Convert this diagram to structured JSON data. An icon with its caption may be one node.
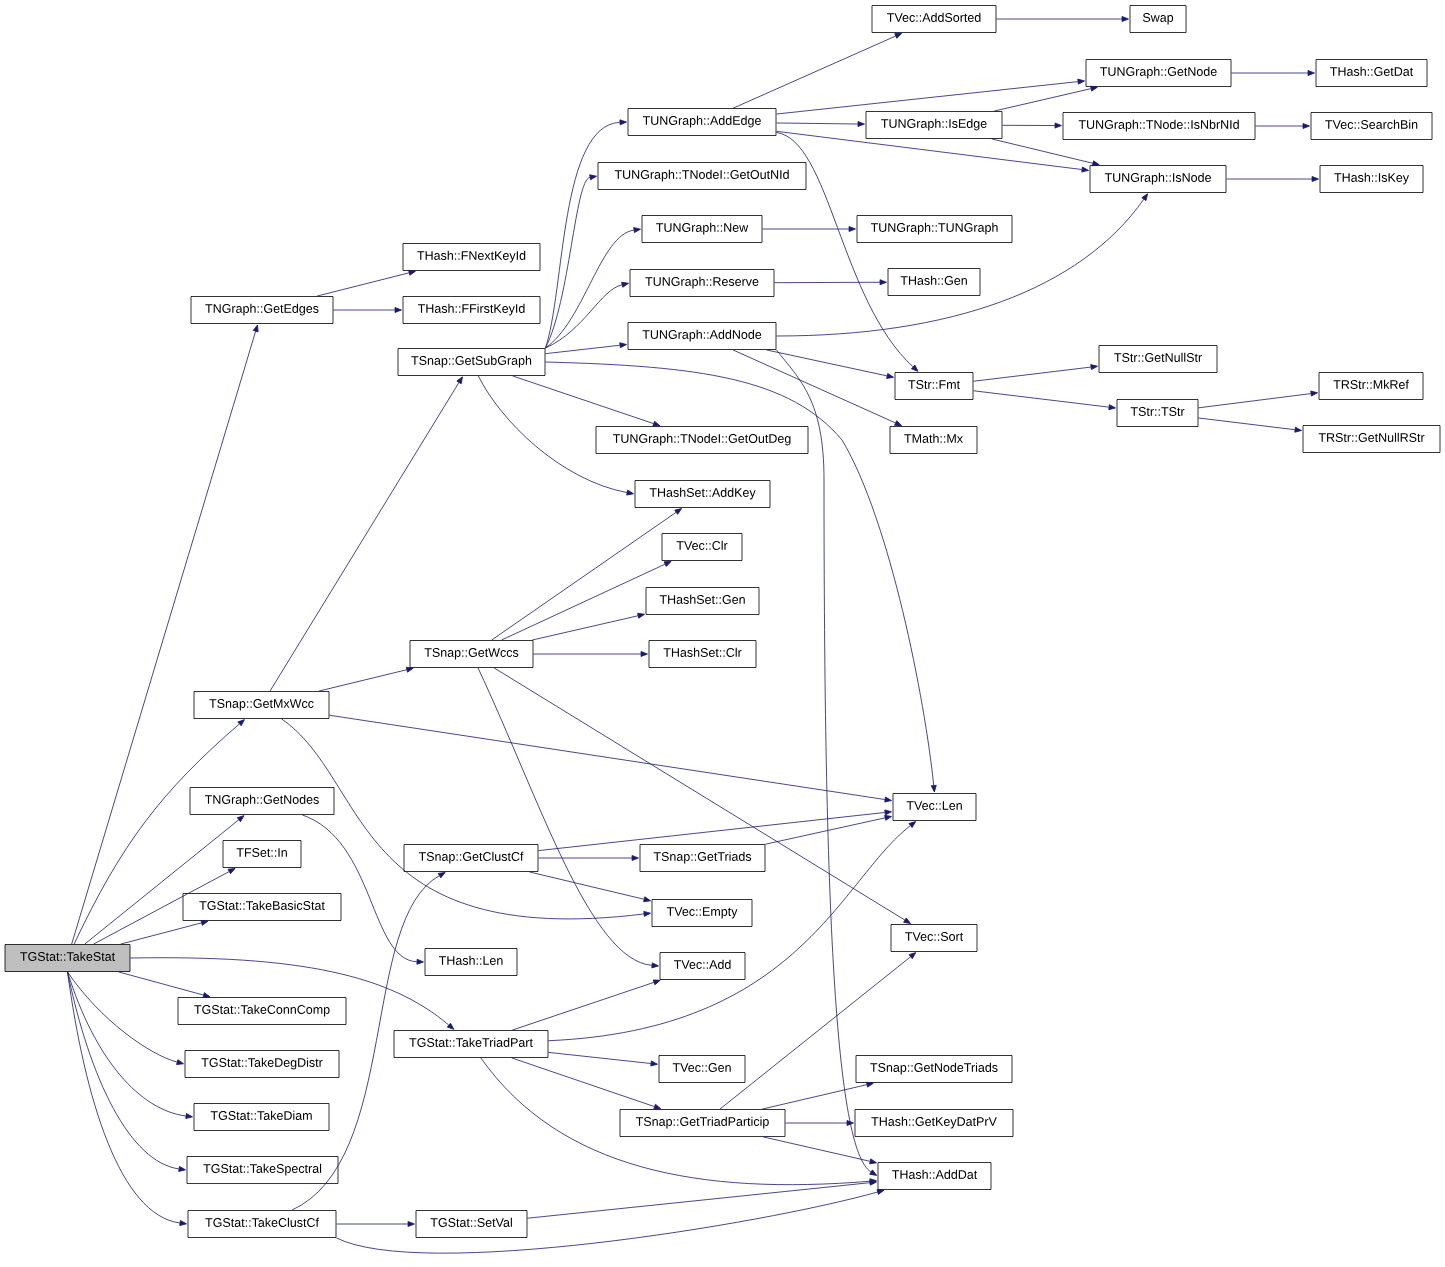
{
  "diagram": {
    "nodes": [
      {
        "text": [
          "TGStat::TakeStat"
        ]
      },
      {
        "text": [
          "TNGraph::GetEdges"
        ]
      },
      {
        "text": [
          "THash::FNextKeyId"
        ]
      },
      {
        "text": [
          "THash::FFirstKeyId"
        ]
      },
      {
        "text": [
          "TSnap::GetMxWcc"
        ]
      },
      {
        "text": [
          "TSnap::GetSubGraph"
        ]
      },
      {
        "text": [
          "TUNGraph::AddEdge"
        ]
      },
      {
        "text": [
          "TVec::AddSorted"
        ]
      },
      {
        "text": [
          "Swap"
        ]
      },
      {
        "text": [
          "TUNGraph::GetNode"
        ]
      },
      {
        "text": [
          "THash::GetDat"
        ]
      },
      {
        "text": [
          "TUNGraph::IsEdge"
        ]
      },
      {
        "text": [
          "TUNGraph::TNode::IsNbrNId"
        ]
      },
      {
        "text": [
          "TVec::SearchBin"
        ]
      },
      {
        "text": [
          "TUNGraph::IsNode"
        ]
      },
      {
        "text": [
          "THash::IsKey"
        ]
      },
      {
        "text": [
          "TUNGraph::TNodeI::GetOutNId"
        ]
      },
      {
        "text": [
          "TUNGraph::New"
        ]
      },
      {
        "text": [
          "TUNGraph::TUNGraph"
        ]
      },
      {
        "text": [
          "TUNGraph::Reserve"
        ]
      },
      {
        "text": [
          "THash::Gen"
        ]
      },
      {
        "text": [
          "TUNGraph::AddNode"
        ]
      },
      {
        "text": [
          "TStr::Fmt"
        ]
      },
      {
        "text": [
          "TStr::GetNullStr"
        ]
      },
      {
        "text": [
          "TStr::TStr"
        ]
      },
      {
        "text": [
          "TRStr::MkRef"
        ]
      },
      {
        "text": [
          "TRStr::GetNullRStr"
        ]
      },
      {
        "text": [
          "TMath::Mx"
        ]
      },
      {
        "text": [
          "THash::AddDat"
        ]
      },
      {
        "text": [
          "TVec::Len"
        ]
      },
      {
        "text": [
          "TUNGraph::TNodeI::GetOutDeg"
        ]
      },
      {
        "text": [
          "THashSet::AddKey"
        ]
      },
      {
        "text": [
          "TSnap::GetWccs"
        ]
      },
      {
        "text": [
          "TVec::Clr"
        ]
      },
      {
        "text": [
          "THashSet::Gen"
        ]
      },
      {
        "text": [
          "THashSet::Clr"
        ]
      },
      {
        "text": [
          "TVec::Add"
        ]
      },
      {
        "text": [
          "TVec::Sort"
        ]
      },
      {
        "text": [
          "TNGraph::GetNodes"
        ]
      },
      {
        "text": [
          "THash::Len"
        ]
      },
      {
        "text": [
          "TFSet::In"
        ]
      },
      {
        "text": [
          "TGStat::TakeBasicStat"
        ]
      },
      {
        "text": [
          "TVec::Empty"
        ]
      },
      {
        "text": [
          "TGStat::TakeConnComp"
        ]
      },
      {
        "text": [
          "TGStat::TakeTriadPart"
        ]
      },
      {
        "text": [
          "TVec::Gen"
        ]
      },
      {
        "text": [
          "TSnap::GetTriadParticip"
        ]
      },
      {
        "text": [
          "TSnap::GetNodeTriads"
        ]
      },
      {
        "text": [
          "THash::GetKeyDatPrV"
        ]
      },
      {
        "text": [
          "TGStat::TakeDegDistr"
        ]
      },
      {
        "text": [
          "TGStat::TakeDiam"
        ]
      },
      {
        "text": [
          "TGStat::TakeSpectral"
        ]
      },
      {
        "text": [
          "TGStat::TakeClustCf"
        ]
      },
      {
        "text": [
          "TSnap::GetClustCf"
        ]
      },
      {
        "text": [
          "TSnap::GetTriads"
        ]
      },
      {
        "text": [
          "TGStat::SetVal"
        ]
      }
    ],
    "edges": [
      {
        "from": 0,
        "to": 1,
        "arrow": "to"
      },
      {
        "from": 0,
        "to": 4,
        "arrow": "to"
      },
      {
        "from": 0,
        "to": 38,
        "arrow": "to"
      },
      {
        "from": 0,
        "to": 40,
        "arrow": "to"
      },
      {
        "from": 0,
        "to": 41,
        "arrow": "to"
      },
      {
        "from": 0,
        "to": 43,
        "arrow": "to"
      },
      {
        "from": 0,
        "to": 44,
        "arrow": "to"
      },
      {
        "from": 0,
        "to": 49,
        "arrow": "to"
      },
      {
        "from": 0,
        "to": 50,
        "arrow": "to"
      },
      {
        "from": 0,
        "to": 51,
        "arrow": "to"
      },
      {
        "from": 0,
        "to": 52,
        "arrow": "to"
      },
      {
        "from": 1,
        "to": 2,
        "arrow": "to"
      },
      {
        "from": 1,
        "to": 3,
        "arrow": "to"
      },
      {
        "from": 4,
        "to": 5,
        "arrow": "to"
      },
      {
        "from": 4,
        "to": 32,
        "arrow": "to"
      },
      {
        "from": 4,
        "to": 29,
        "arrow": "to"
      },
      {
        "from": 4,
        "to": 42,
        "arrow": "to"
      },
      {
        "from": 38,
        "to": 39,
        "arrow": "to"
      },
      {
        "from": 5,
        "to": 6,
        "arrow": "to"
      },
      {
        "from": 5,
        "to": 16,
        "arrow": "to"
      },
      {
        "from": 5,
        "to": 17,
        "arrow": "to"
      },
      {
        "from": 5,
        "to": 19,
        "arrow": "to"
      },
      {
        "from": 5,
        "to": 21,
        "arrow": "to"
      },
      {
        "from": 5,
        "to": 30,
        "arrow": "to"
      },
      {
        "from": 5,
        "to": 31,
        "arrow": "to"
      },
      {
        "from": 5,
        "to": 29,
        "arrow": "to"
      },
      {
        "from": 6,
        "to": 7,
        "arrow": "to"
      },
      {
        "from": 6,
        "to": 9,
        "arrow": "to"
      },
      {
        "from": 6,
        "to": 11,
        "arrow": "to"
      },
      {
        "from": 6,
        "to": 14,
        "arrow": "to"
      },
      {
        "from": 6,
        "to": 22,
        "arrow": "to"
      },
      {
        "from": 7,
        "to": 8,
        "arrow": "to"
      },
      {
        "from": 9,
        "to": 10,
        "arrow": "to"
      },
      {
        "from": 11,
        "to": 9,
        "arrow": "to"
      },
      {
        "from": 11,
        "to": 12,
        "arrow": "to"
      },
      {
        "from": 11,
        "to": 14,
        "arrow": "to"
      },
      {
        "from": 12,
        "to": 13,
        "arrow": "to"
      },
      {
        "from": 14,
        "to": 15,
        "arrow": "to"
      },
      {
        "from": 17,
        "to": 18,
        "arrow": "to"
      },
      {
        "from": 19,
        "to": 20,
        "arrow": "to"
      },
      {
        "from": 21,
        "to": 14,
        "arrow": "to"
      },
      {
        "from": 21,
        "to": 22,
        "arrow": "to"
      },
      {
        "from": 21,
        "to": 27,
        "arrow": "to"
      },
      {
        "from": 21,
        "to": 28,
        "arrow": "to"
      },
      {
        "from": 22,
        "to": 23,
        "arrow": "to"
      },
      {
        "from": 22,
        "to": 24,
        "arrow": "to"
      },
      {
        "from": 24,
        "to": 25,
        "arrow": "to"
      },
      {
        "from": 24,
        "to": 26,
        "arrow": "to"
      },
      {
        "from": 32,
        "to": 31,
        "arrow": "to"
      },
      {
        "from": 32,
        "to": 33,
        "arrow": "to"
      },
      {
        "from": 32,
        "to": 34,
        "arrow": "to"
      },
      {
        "from": 32,
        "to": 35,
        "arrow": "to"
      },
      {
        "from": 32,
        "to": 36,
        "arrow": "to"
      },
      {
        "from": 32,
        "to": 37,
        "arrow": "to"
      },
      {
        "from": 53,
        "to": 29,
        "arrow": "to"
      },
      {
        "from": 53,
        "to": 54,
        "arrow": "to"
      },
      {
        "from": 53,
        "to": 42,
        "arrow": "to"
      },
      {
        "from": 54,
        "to": 29,
        "arrow": "to"
      },
      {
        "from": 44,
        "to": 36,
        "arrow": "to"
      },
      {
        "from": 44,
        "to": 29,
        "arrow": "to"
      },
      {
        "from": 44,
        "to": 45,
        "arrow": "to"
      },
      {
        "from": 44,
        "to": 46,
        "arrow": "to"
      },
      {
        "from": 44,
        "to": 28,
        "arrow": "to"
      },
      {
        "from": 46,
        "to": 37,
        "arrow": "to"
      },
      {
        "from": 46,
        "to": 47,
        "arrow": "to"
      },
      {
        "from": 46,
        "to": 48,
        "arrow": "to"
      },
      {
        "from": 46,
        "to": 28,
        "arrow": "to"
      },
      {
        "from": 52,
        "to": 53,
        "arrow": "to"
      },
      {
        "from": 52,
        "to": 55,
        "arrow": "to"
      },
      {
        "from": 52,
        "to": 28,
        "arrow": "to"
      },
      {
        "from": 55,
        "to": 28,
        "arrow": "to"
      }
    ]
  }
}
